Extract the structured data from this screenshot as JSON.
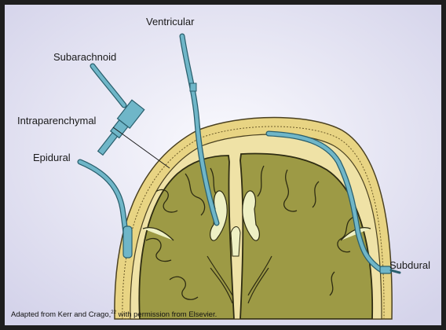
{
  "labels": {
    "ventricular": "Ventricular",
    "subarachnoid": "Subarachnoid",
    "intraparenchymal": "Intraparenchymal",
    "epidural": "Epidural",
    "subdural": "Subdural"
  },
  "credit": {
    "prefix": "Adapted from Kerr and Crago,",
    "superscript": "22",
    "suffix": " with permission from Elsevier."
  },
  "colors": {
    "background_center": "#fafafe",
    "background_edge": "#d4d3ea",
    "skull": "#e8d483",
    "skull_outline": "#4a4020",
    "brain": "#9d9a45",
    "brain_outline": "#2e2c12",
    "ventricle": "#eef0c4",
    "catheter": "#6fb6c8",
    "catheter_outline": "#2a5f6d"
  }
}
